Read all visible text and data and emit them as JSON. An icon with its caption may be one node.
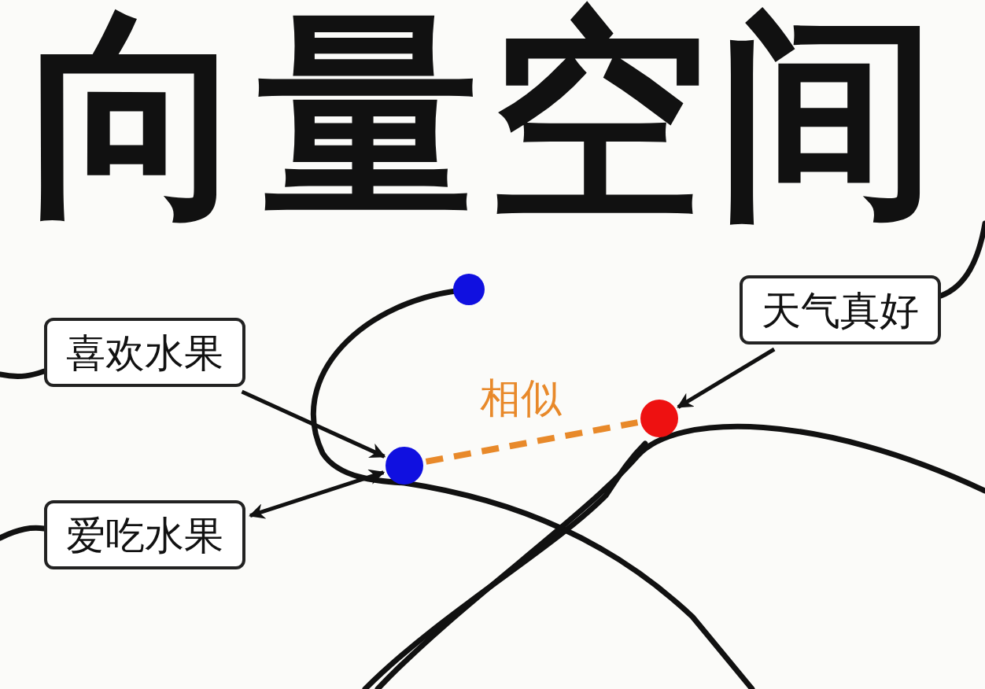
{
  "diagram": {
    "title": "向量空间",
    "nodes": [
      {
        "text": [
          "喜欢水果"
        ]
      },
      {
        "text": [
          "天气真好"
        ]
      },
      {
        "text": [
          "爱吃水果"
        ]
      },
      {
        "text": [],
        "shape": "circle"
      },
      {
        "text": [],
        "shape": "circle"
      },
      {
        "text": [],
        "shape": "circle"
      }
    ],
    "edges": [
      {
        "from": 0,
        "to": 4,
        "arrow": "to"
      },
      {
        "from": 1,
        "to": 5,
        "arrow": "to"
      },
      {
        "from": 2,
        "to": 4,
        "arrow": "both"
      },
      {
        "from": 4,
        "to": 5,
        "arrow": "none",
        "label": "相似",
        "style": "dashed",
        "color": "#e8892a"
      }
    ]
  }
}
